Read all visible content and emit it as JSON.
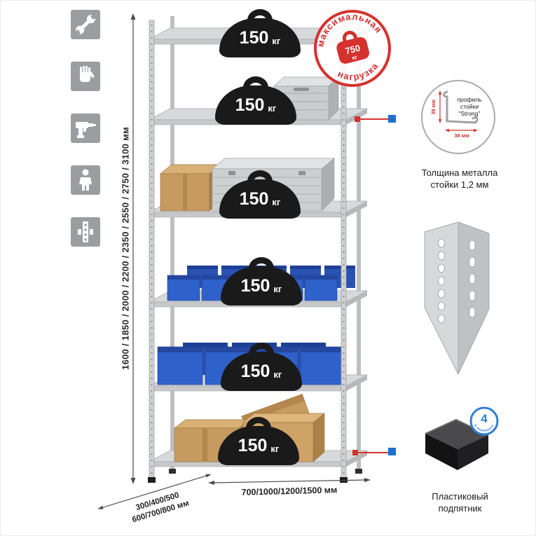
{
  "page": {
    "background": "#ffffff"
  },
  "colors": {
    "accent_red": "#d5312e",
    "accent_blue": "#1f6fd0",
    "icon_gray": "#9b9da0",
    "weight_black": "#1a1a1a",
    "bin_blue": "#2f61cb",
    "metal_gray": "#cfd1d3",
    "cardboard": "#c69a60"
  },
  "sidebar": {
    "icons": [
      {
        "name": "wrench-icon"
      },
      {
        "name": "glove-icon"
      },
      {
        "name": "drill-icon"
      },
      {
        "name": "person-icon"
      },
      {
        "name": "shelf-post-icon"
      }
    ]
  },
  "dimensions": {
    "height_label": "1600 / 1850 / 2000 / 2200 / 2350 / 2550 / 2750 / 3100 мм",
    "depth_line1": "300/400/500",
    "depth_line2": "600/700/800 мм",
    "width_label": "700/1000/1200/1500 мм"
  },
  "rack": {
    "shelf_count": 6,
    "load_value": "150",
    "load_unit": "кг"
  },
  "stamp": {
    "word_top": "максимальная",
    "word_bottom": "нагрузка",
    "value": "750",
    "unit": "кг"
  },
  "profile": {
    "line1": "профиль",
    "line2": "стойки",
    "line3": "\"Strong\"",
    "dim_v": "38 мм",
    "dim_h": "38 мм",
    "note1": "Толщина металла",
    "note2": "стойки 1,2 мм"
  },
  "foot": {
    "badge_value": "4",
    "badge_text": "в комплекте",
    "caption1": "Пластиковый",
    "caption2": "подпятник"
  }
}
